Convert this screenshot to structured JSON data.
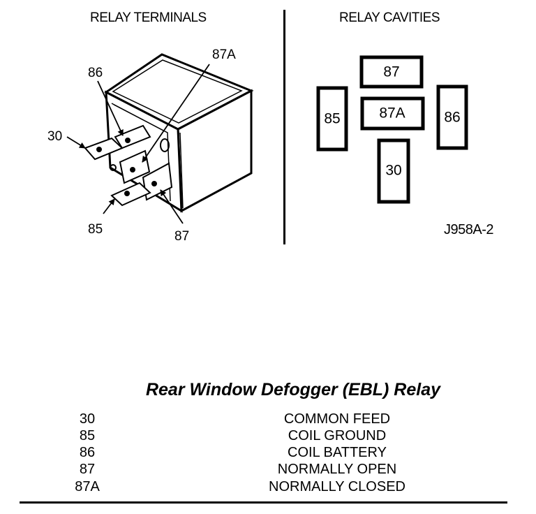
{
  "terminals": {
    "heading": "RELAY TERMINALS",
    "labels": {
      "t86": "86",
      "t87a": "87A",
      "t30": "30",
      "t85": "85",
      "t87": "87"
    }
  },
  "cavities": {
    "heading": "RELAY CAVITIES",
    "labels": {
      "c87": "87",
      "c85": "85",
      "c87a": "87A",
      "c86": "86",
      "c30": "30"
    }
  },
  "figure_code": "J958A-2",
  "table": {
    "title": "Rear Window Defogger (EBL) Relay",
    "rows": [
      {
        "num": "30",
        "desc": "COMMON FEED"
      },
      {
        "num": "85",
        "desc": "COIL GROUND"
      },
      {
        "num": "86",
        "desc": "COIL BATTERY"
      },
      {
        "num": "87",
        "desc": "NORMALLY OPEN"
      },
      {
        "num": "87A",
        "desc": "NORMALLY CLOSED"
      }
    ]
  }
}
